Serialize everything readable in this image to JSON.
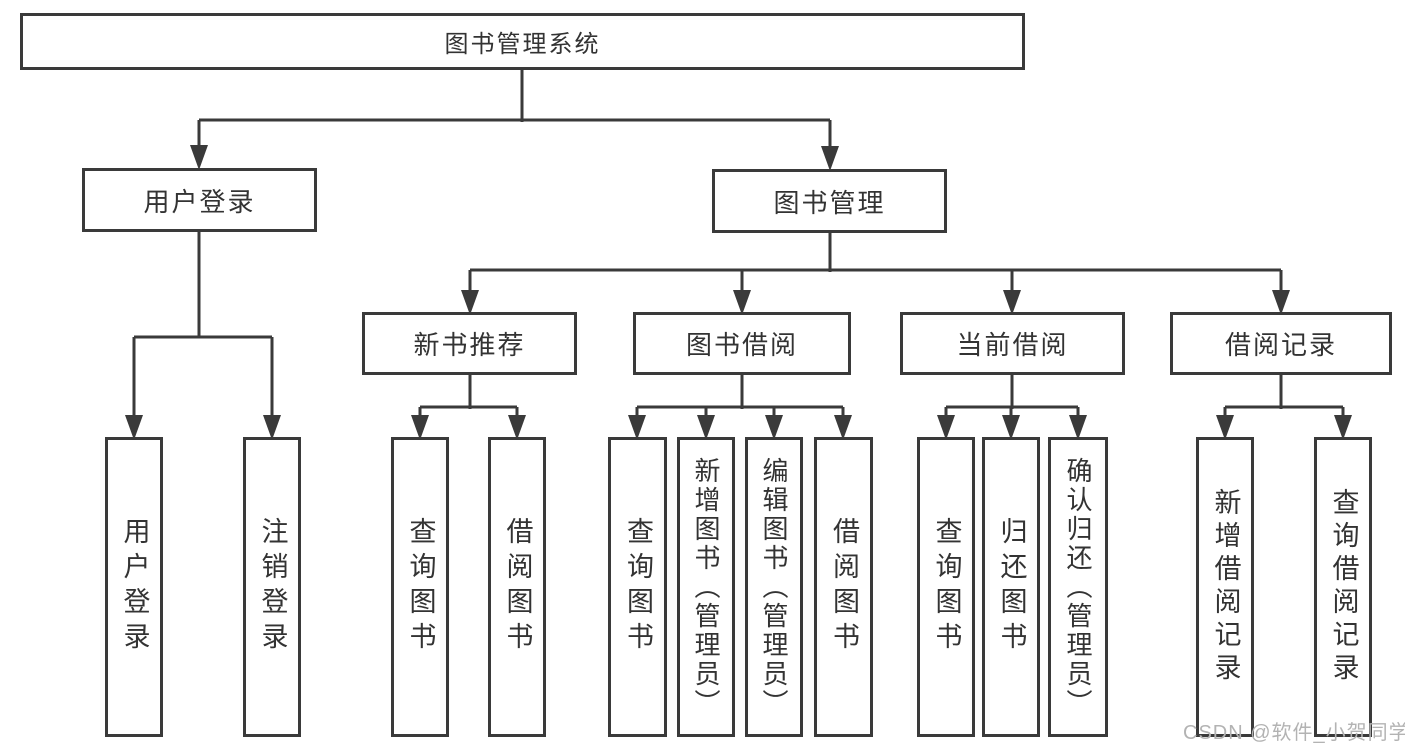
{
  "tree": {
    "root": {
      "label": "图书管理系统",
      "children": [
        {
          "label": "用户登录",
          "children": [
            {
              "label": "用户登录"
            },
            {
              "label": "注销登录"
            }
          ]
        },
        {
          "label": "图书管理",
          "children": [
            {
              "label": "新书推荐",
              "children": [
                {
                  "label": "查询图书"
                },
                {
                  "label": "借阅图书"
                }
              ]
            },
            {
              "label": "图书借阅",
              "children": [
                {
                  "label": "查询图书"
                },
                {
                  "label": "新增图书（管理员）"
                },
                {
                  "label": "编辑图书（管理员）"
                },
                {
                  "label": "借阅图书"
                }
              ]
            },
            {
              "label": "当前借阅",
              "children": [
                {
                  "label": "查询图书"
                },
                {
                  "label": "归还图书"
                },
                {
                  "label": "确认归还（管理员）"
                }
              ]
            },
            {
              "label": "借阅记录",
              "children": [
                {
                  "label": "新增借阅记录"
                },
                {
                  "label": "查询借阅记录"
                }
              ]
            }
          ]
        }
      ]
    }
  },
  "watermark": "CSDN @软件_小贺同学",
  "colors": {
    "line": "#3a3a3a",
    "text": "#333333",
    "background": "#ffffff",
    "watermark": "#b3b3b3"
  }
}
